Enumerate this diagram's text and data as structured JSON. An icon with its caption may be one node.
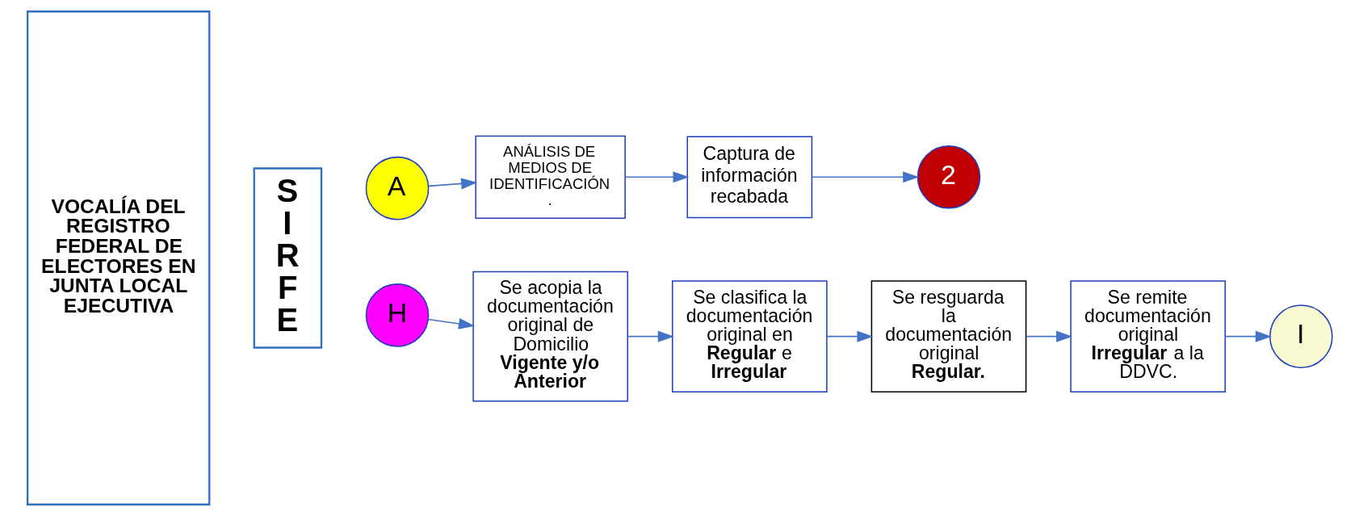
{
  "diagram": {
    "nodes": [
      {
        "text": [
          "VOCALÍA DEL REGISTRO FEDERAL DE ELECTORES EN JUNTA LOCAL EJECUTIVA"
        ]
      },
      {
        "text": [
          "S I R F E"
        ]
      },
      {
        "text": [
          "A"
        ]
      },
      {
        "text": [
          "ANÁLISIS DE MEDIOS DE IDENTIFICACIÓN ."
        ]
      },
      {
        "text": [
          "Captura de información recabada"
        ]
      },
      {
        "text": [
          "2"
        ]
      },
      {
        "text": [
          "H"
        ]
      },
      {
        "text": [
          "Se acopia la documentación original de Domicilio **Vigente y/o Anterior**"
        ]
      },
      {
        "text": [
          "Se clasifica la documentación original en **Regular** e **Irregular**"
        ]
      },
      {
        "text": [
          "Se resguarda la documentación original **Regular.**"
        ]
      },
      {
        "text": [
          "Se remite documentación original **Irregular** a la DDVC."
        ]
      },
      {
        "text": [
          "I"
        ]
      }
    ],
    "edges": [
      {
        "from": 2,
        "to": 3,
        "arrow": "to"
      },
      {
        "from": 3,
        "to": 4,
        "arrow": "to"
      },
      {
        "from": 4,
        "to": 5,
        "arrow": "to"
      },
      {
        "from": 6,
        "to": 7,
        "arrow": "to"
      },
      {
        "from": 7,
        "to": 8,
        "arrow": "to"
      },
      {
        "from": 8,
        "to": 9,
        "arrow": "to"
      },
      {
        "from": 9,
        "to": 10,
        "arrow": "to"
      },
      {
        "from": 10,
        "to": 11,
        "arrow": "to"
      }
    ]
  }
}
